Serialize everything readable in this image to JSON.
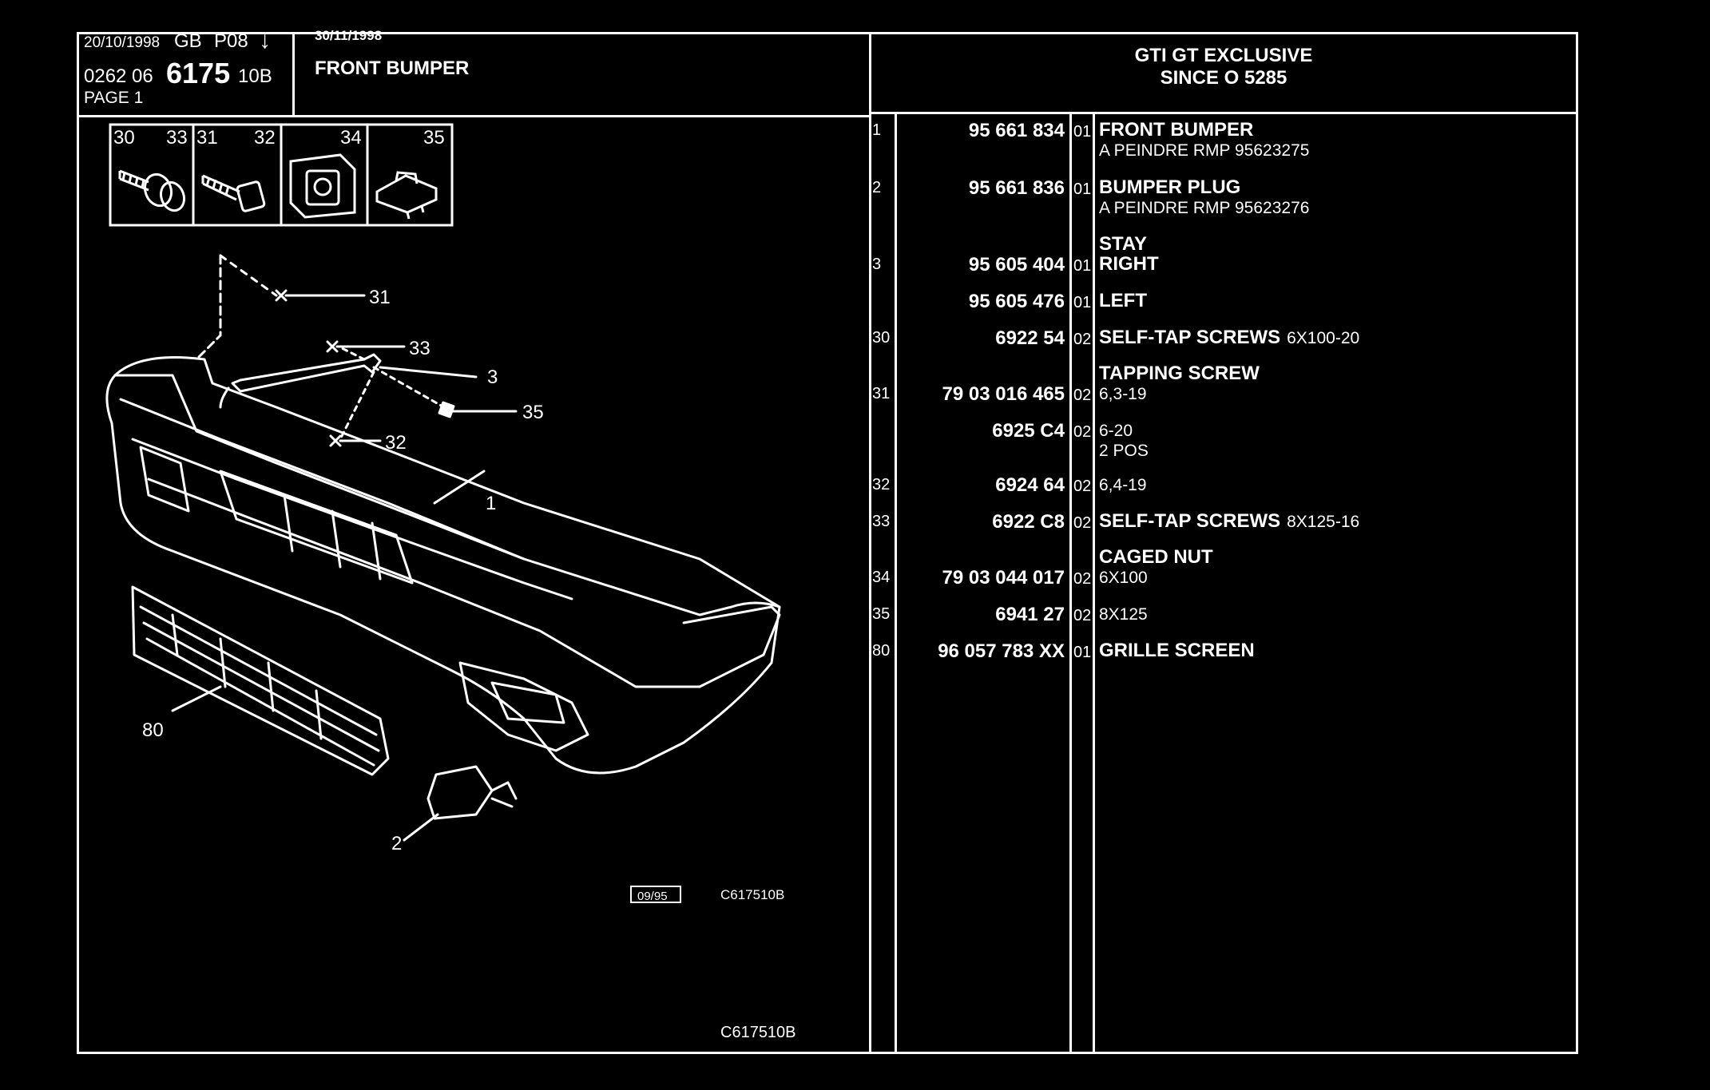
{
  "header": {
    "date1": "20/10/1998",
    "lang": "GB",
    "page_code": "P08",
    "arrow": "↓",
    "ref_prefix": "0262 06",
    "ref_main": "6175",
    "ref_suffix": "10B",
    "page_label": "PAGE 1",
    "date2": "30/11/1998",
    "section_title": "FRONT BUMPER",
    "model_line1": "GTI GT EXCLUSIVE",
    "model_line2": "SINCE O  5285"
  },
  "inset_labels": [
    "30",
    "33",
    "31",
    "32",
    "34",
    "35"
  ],
  "diagram": {
    "callouts": [
      "31",
      "33",
      "3",
      "35",
      "32",
      "1",
      "80",
      "2"
    ],
    "stamp_box": "09/95",
    "stamp_code": "C617510B",
    "footer_code": "C617510B"
  },
  "parts": [
    {
      "item": "1",
      "part_no": "95 661 834",
      "qty": "01",
      "desc": "FRONT BUMPER",
      "sub": "A PEINDRE RMP 95623275"
    },
    {
      "item": "2",
      "part_no": "95 661 836",
      "qty": "01",
      "desc": "BUMPER PLUG",
      "sub": "A PEINDRE RMP 95623276"
    },
    {
      "heading": "STAY"
    },
    {
      "item": "3",
      "part_no": "95 605 404",
      "qty": "01",
      "desc": "RIGHT",
      "sub": ""
    },
    {
      "item": "",
      "part_no": "95 605 476",
      "qty": "01",
      "desc": "LEFT",
      "sub": ""
    },
    {
      "item": "30",
      "part_no": "6922 54",
      "qty": "02",
      "desc": "SELF-TAP SCREWS",
      "spec": "6X100-20",
      "sub": ""
    },
    {
      "heading": "TAPPING SCREW"
    },
    {
      "item": "31",
      "part_no": "79 03 016 465",
      "qty": "02",
      "desc": "6,3-19",
      "sub": ""
    },
    {
      "item": "",
      "part_no": "6925 C4",
      "qty": "02",
      "desc": "6-20",
      "sub": "2 POS"
    },
    {
      "item": "32",
      "part_no": "6924 64",
      "qty": "02",
      "desc": "6,4-19",
      "sub": ""
    },
    {
      "item": "33",
      "part_no": "6922 C8",
      "qty": "02",
      "desc": "SELF-TAP SCREWS",
      "spec": "8X125-16",
      "sub": ""
    },
    {
      "heading": "CAGED NUT"
    },
    {
      "item": "34",
      "part_no": "79 03 044 017",
      "qty": "02",
      "desc": "6X100",
      "sub": ""
    },
    {
      "item": "35",
      "part_no": "6941 27",
      "qty": "02",
      "desc": "8X125",
      "sub": ""
    },
    {
      "item": "80",
      "part_no": "96 057 783 XX",
      "qty": "01",
      "desc": "GRILLE SCREEN",
      "sub": ""
    }
  ]
}
